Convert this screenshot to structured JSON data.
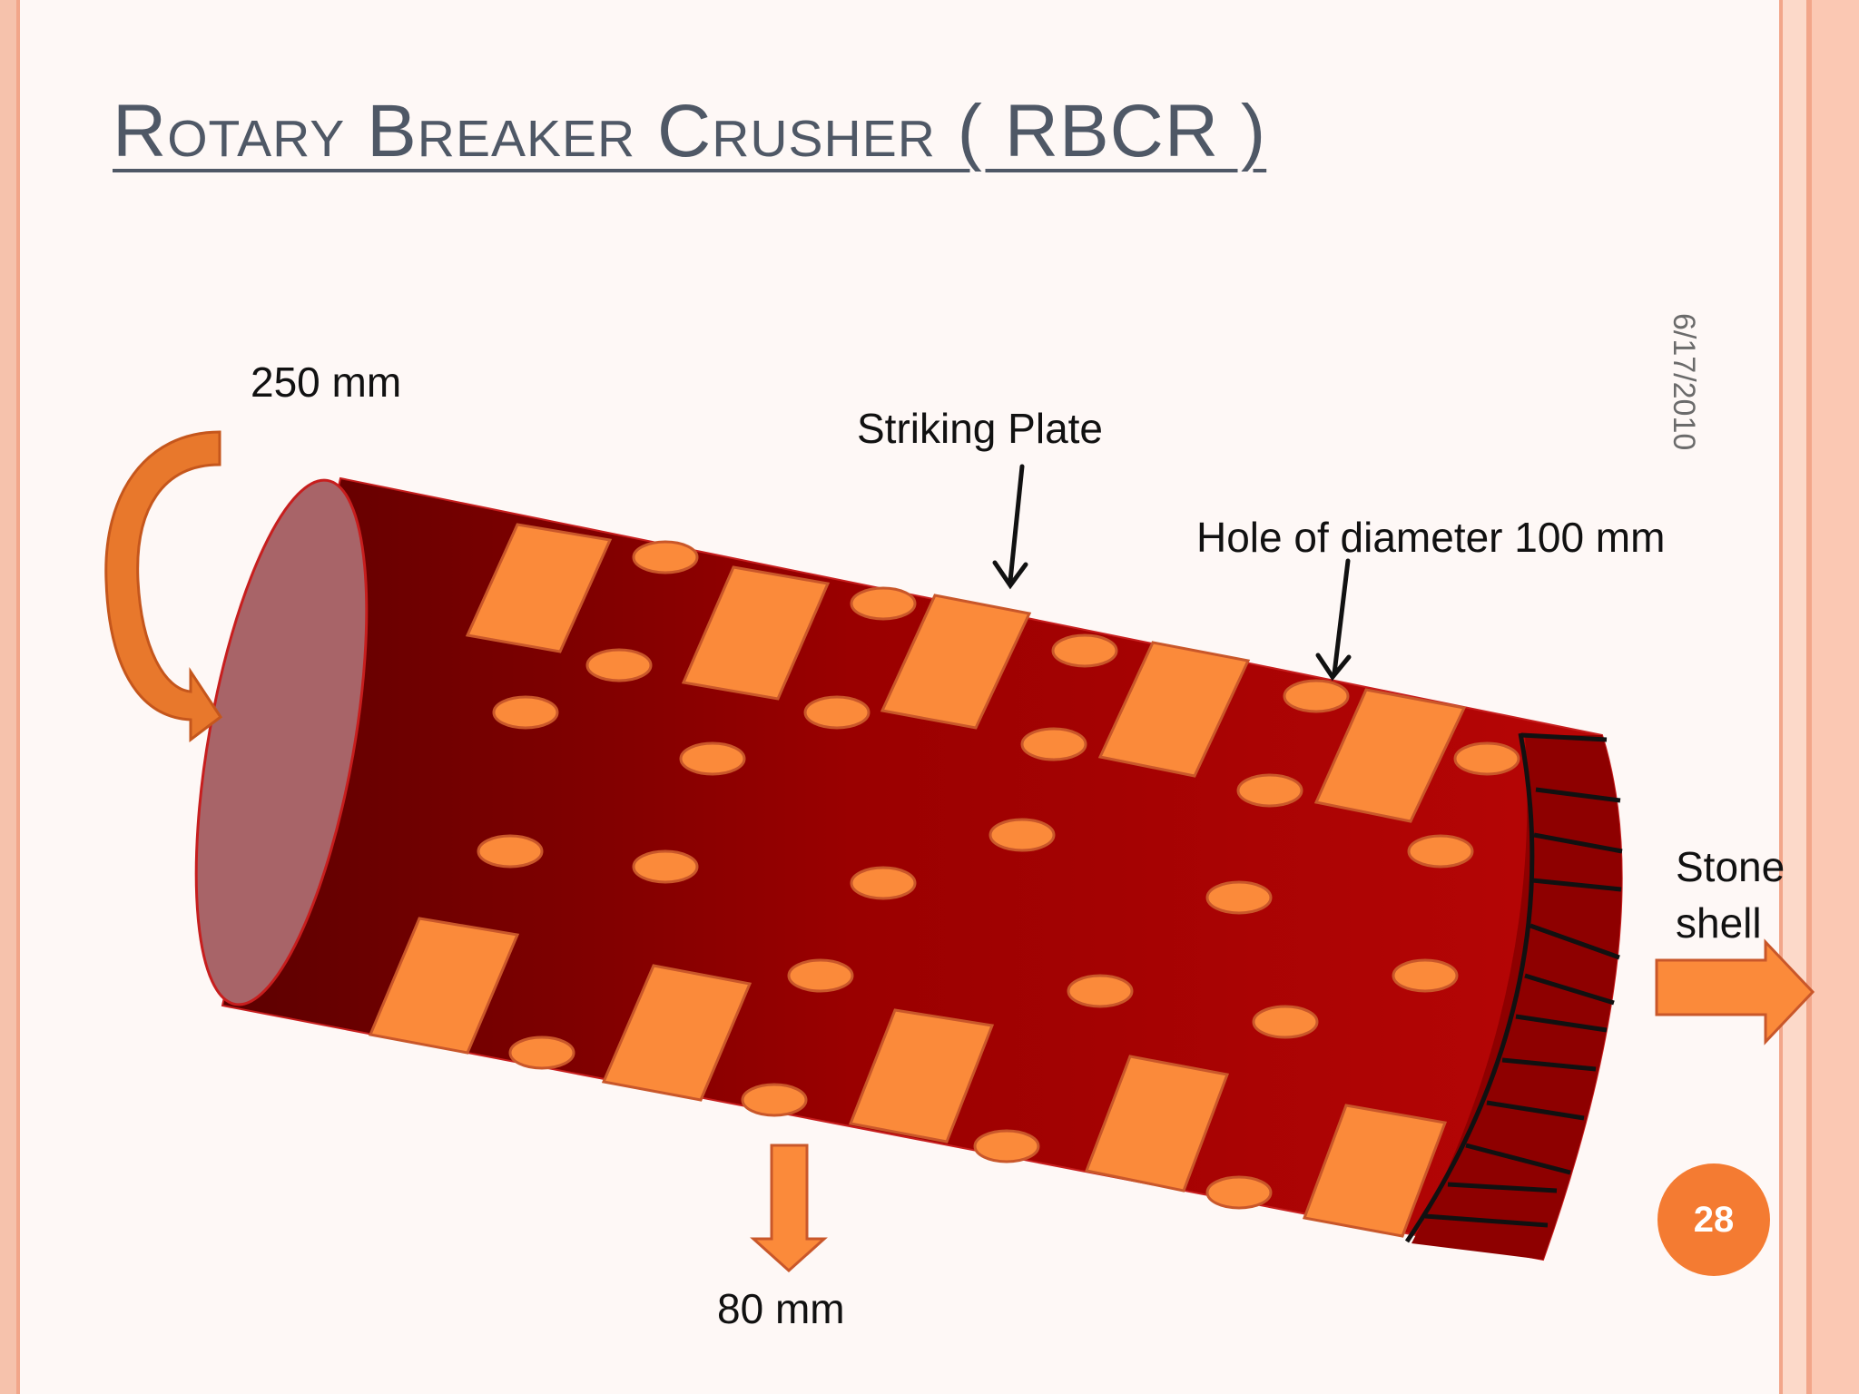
{
  "slide": {
    "title": "Rotary Breaker Crusher ( RBCR )",
    "date": "6/17/2010",
    "page_number": "28"
  },
  "labels": {
    "input_size": "250 mm",
    "striking_plate": "Striking Plate",
    "hole": "Hole of diameter 100 mm",
    "stone": "Stone",
    "shell": "shell",
    "output_size": "80 mm"
  },
  "colors": {
    "cylinder_dark": "#6b0000",
    "cylinder_light": "#b80000",
    "plate": "#fb8a3a",
    "arrow": "#e8782c",
    "title": "#4f5866",
    "badge": "#f47b32"
  },
  "icons": {
    "inlet_arrow": "curved-arrow-icon",
    "outlet_arrow": "right-arrow-icon",
    "discharge_arrow": "down-arrow-icon"
  }
}
